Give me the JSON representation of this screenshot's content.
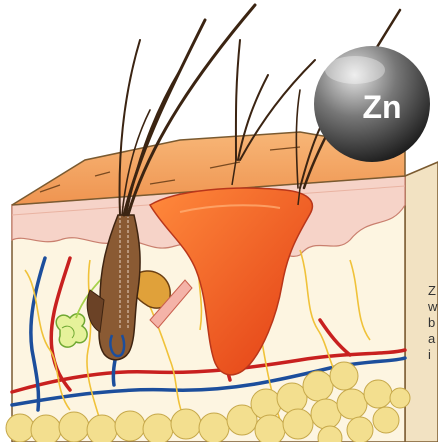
{
  "badge": {
    "label": "Zn",
    "colors": {
      "sphere_light": "#d9d9d9",
      "sphere_dark": "#1f1f1f",
      "text": "#ffffff"
    }
  },
  "side_text": {
    "lines": [
      "Z",
      "w",
      "b",
      "a",
      "i"
    ]
  },
  "colors": {
    "skin_surface": "#f4a868",
    "epidermis": "#f6d7cd",
    "dermis": "#fdf5e1",
    "gland": "#f2561e",
    "fat": "#f3df8f",
    "artery": "#c8201f",
    "vein": "#1c4e9c",
    "hair": "#4a2a14",
    "nerve": "#f0c239"
  },
  "icons": [
    "skin-cross-section-illustration",
    "zinc-sphere-icon"
  ]
}
